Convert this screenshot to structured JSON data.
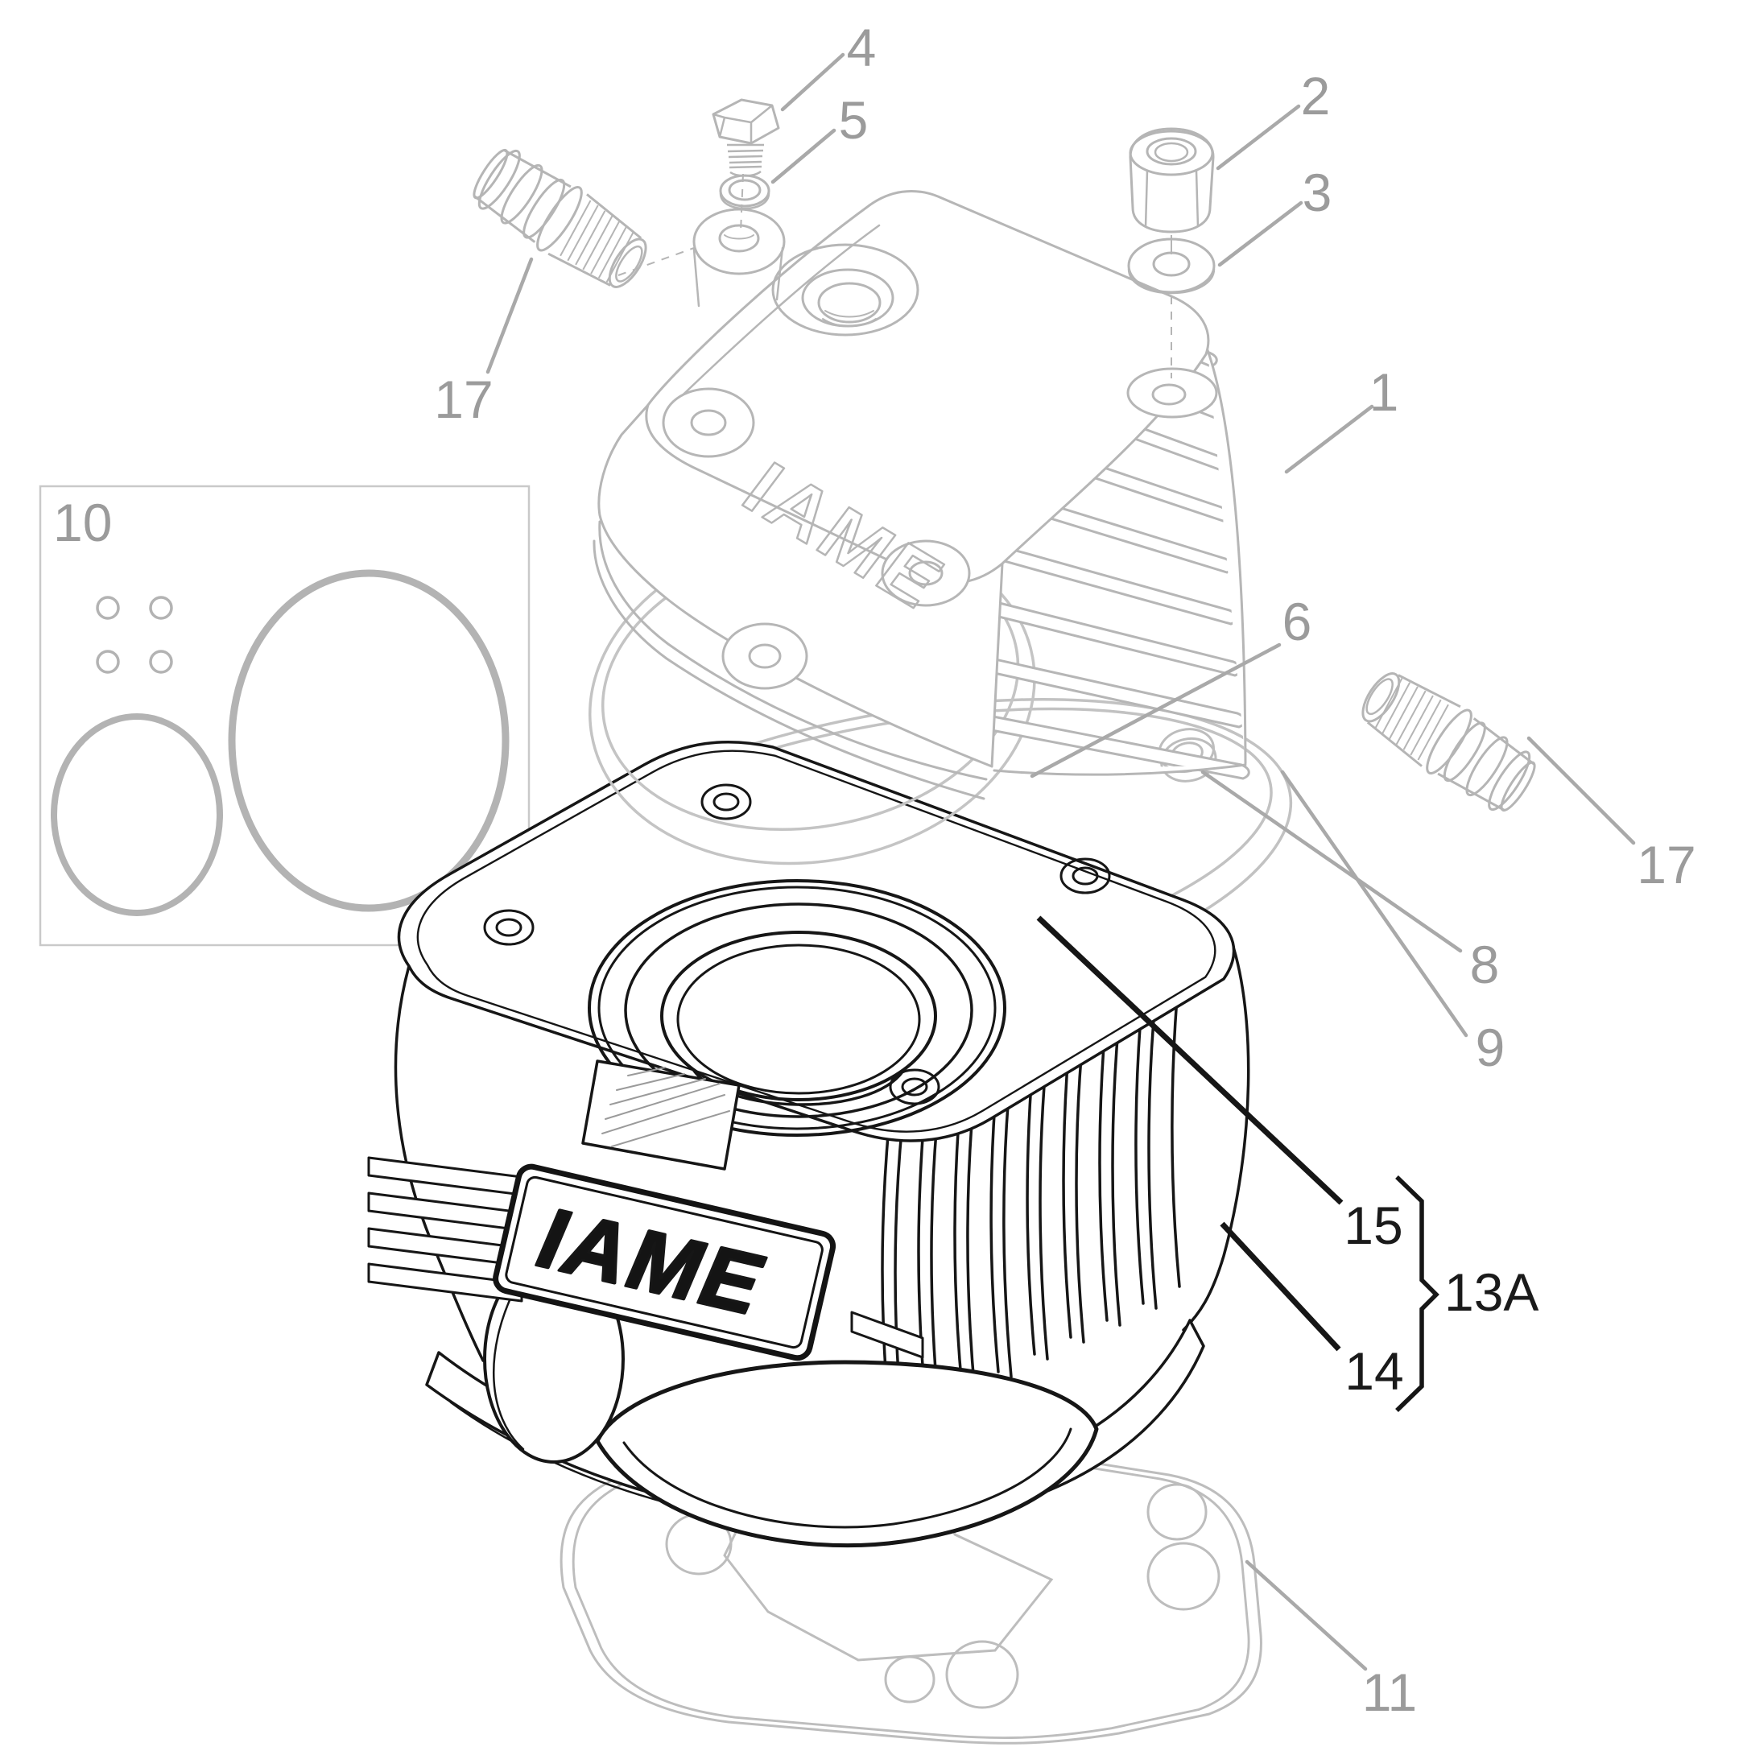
{
  "diagram_type": "exploded-parts-diagram",
  "colors": {
    "background": "#ffffff",
    "label_gray": "#9b9b9b",
    "label_black": "#1a1a1a",
    "line_gray": "#b5b5b5",
    "line_light_gray": "#c6c6c6",
    "line_black": "#161616"
  },
  "logos": {
    "cover": "IAME",
    "cylinder": "IAME"
  },
  "labels": [
    {
      "text": "4",
      "color": "gray",
      "part": "hex-plug-bolt"
    },
    {
      "text": "5",
      "color": "gray",
      "part": "plug-oring"
    },
    {
      "text": "2",
      "color": "gray",
      "part": "tall-hex-nut"
    },
    {
      "text": "3",
      "color": "gray",
      "part": "flat-washer"
    },
    {
      "text": "1",
      "color": "gray",
      "part": "cylinder-head-cover"
    },
    {
      "text": "17",
      "color": "gray",
      "part": "hose-fitting-left"
    },
    {
      "text": "10",
      "color": "gray",
      "part": "oring-kit-box"
    },
    {
      "text": "6",
      "color": "gray",
      "part": "head-oring"
    },
    {
      "text": "17",
      "color": "gray",
      "part": "hose-fitting-right"
    },
    {
      "text": "8",
      "color": "gray",
      "part": "small-oring"
    },
    {
      "text": "9",
      "color": "gray",
      "part": "head-gasket-ring"
    },
    {
      "text": "15",
      "color": "black",
      "part": "cylinder-liner"
    },
    {
      "text": "13A",
      "color": "black",
      "part": "cylinder-assembly-group"
    },
    {
      "text": "14",
      "color": "black",
      "part": "cylinder"
    },
    {
      "text": "11",
      "color": "gray",
      "part": "base-gasket"
    }
  ]
}
